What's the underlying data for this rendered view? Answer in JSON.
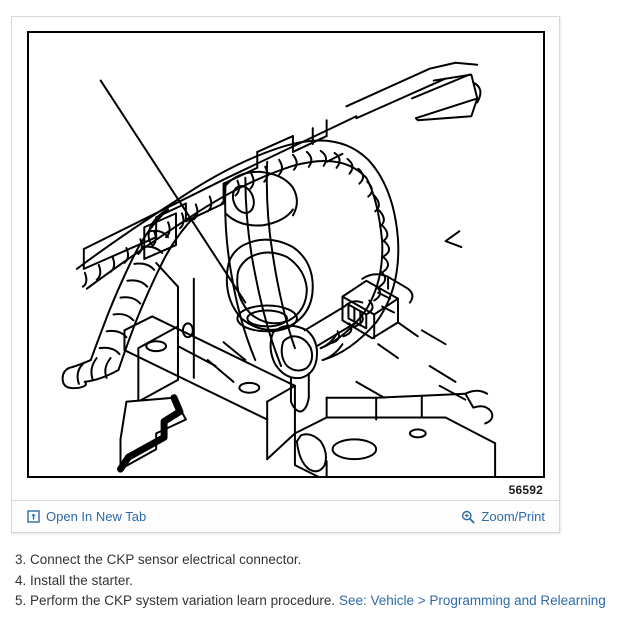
{
  "figure": {
    "number_label": "56592",
    "alt": "engine block with CKP sensor and corrugated wiring harness line drawing",
    "toolbar": {
      "open_new_tab_label": "Open In New Tab",
      "open_new_tab_icon": "external-link-icon",
      "zoom_print_label": "Zoom/Print",
      "zoom_print_icon": "magnifier-plus-icon"
    }
  },
  "instructions": [
    {
      "number": "3.",
      "text": "Connect the CKP sensor electrical connector.",
      "link": ""
    },
    {
      "number": "4.",
      "text": "Install the starter.",
      "link": ""
    },
    {
      "number": "5.",
      "text": "Perform the CKP system variation learn procedure.",
      "link": "See: Vehicle > Programming and Relearning"
    }
  ],
  "colors": {
    "link": "#2f6aa8",
    "body_text": "#333333",
    "panel_border": "#d8d8d8",
    "frame_border": "#000000",
    "page_background": "#ffffff"
  }
}
